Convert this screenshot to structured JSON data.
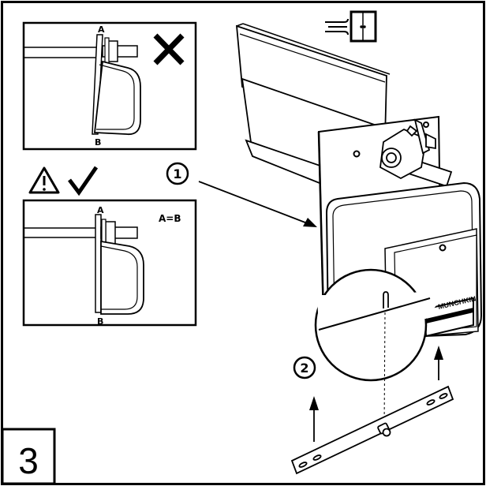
{
  "step_number": "3",
  "panel_top": {
    "label_top": "A",
    "label_bottom": "B"
  },
  "panel_bottom": {
    "label_top": "A",
    "label_bottom": "B",
    "equation": "A=B"
  },
  "callouts": {
    "one": "1",
    "two": "2"
  },
  "brand_text": "MUNCHKIN",
  "icons": [
    "cross-icon",
    "warning-icon",
    "check-icon",
    "airflow-window-icon"
  ]
}
